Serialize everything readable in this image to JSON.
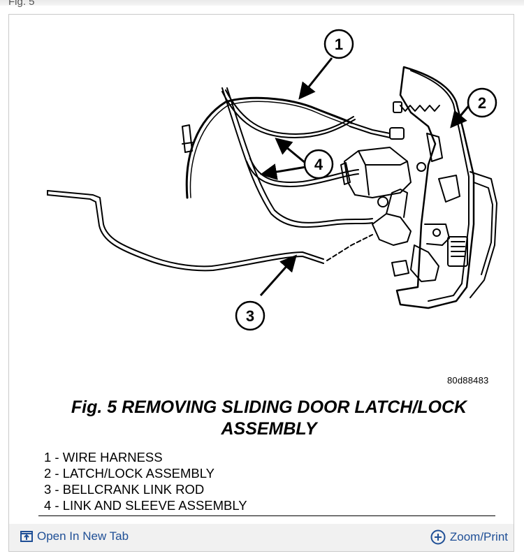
{
  "header": {
    "caption": "Fig. 5"
  },
  "figure": {
    "code": "80d88483",
    "callouts": [
      "1",
      "2",
      "3",
      "4"
    ]
  },
  "caption": {
    "title_line1": "Fig. 5 REMOVING SLIDING DOOR LATCH/LOCK",
    "title_line2": "ASSEMBLY"
  },
  "legend": [
    "1 - WIRE HARNESS",
    "2 - LATCH/LOCK ASSEMBLY",
    "3 - BELLCRANK LINK ROD",
    "4 - LINK AND SLEEVE ASSEMBLY"
  ],
  "footer": {
    "open_label": "Open In New Tab",
    "zoom_label": "Zoom/Print",
    "link_color": "#1f4f96"
  }
}
